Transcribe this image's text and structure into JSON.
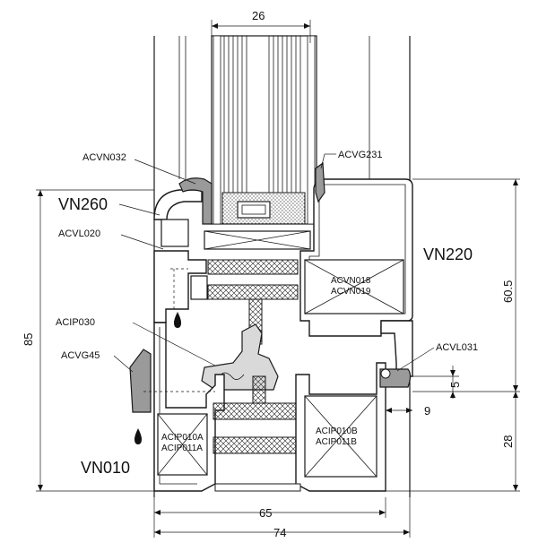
{
  "profiles": {
    "frame": "VN010",
    "sash": "VN220",
    "bead": "VN260"
  },
  "components": {
    "acvn032": "ACVN032",
    "acvg231": "ACVG231",
    "acvl020": "ACVL020",
    "acip030": "ACIP030",
    "acvg45": "ACVG45",
    "acvl031": "ACVL031",
    "acvn018": "ACVN018",
    "acvn019": "ACVN019",
    "acip010a": "ACIP010A",
    "acip011a": "ACIP011A",
    "acip010b": "ACIP010B",
    "acip011b": "ACIP011B"
  },
  "dimensions": {
    "glazing": "26",
    "total_height": "85",
    "sash_height": "60.5",
    "frame_height": "28",
    "gap": "5",
    "overlap": "9",
    "width_inner": "65",
    "width_total": "74"
  }
}
